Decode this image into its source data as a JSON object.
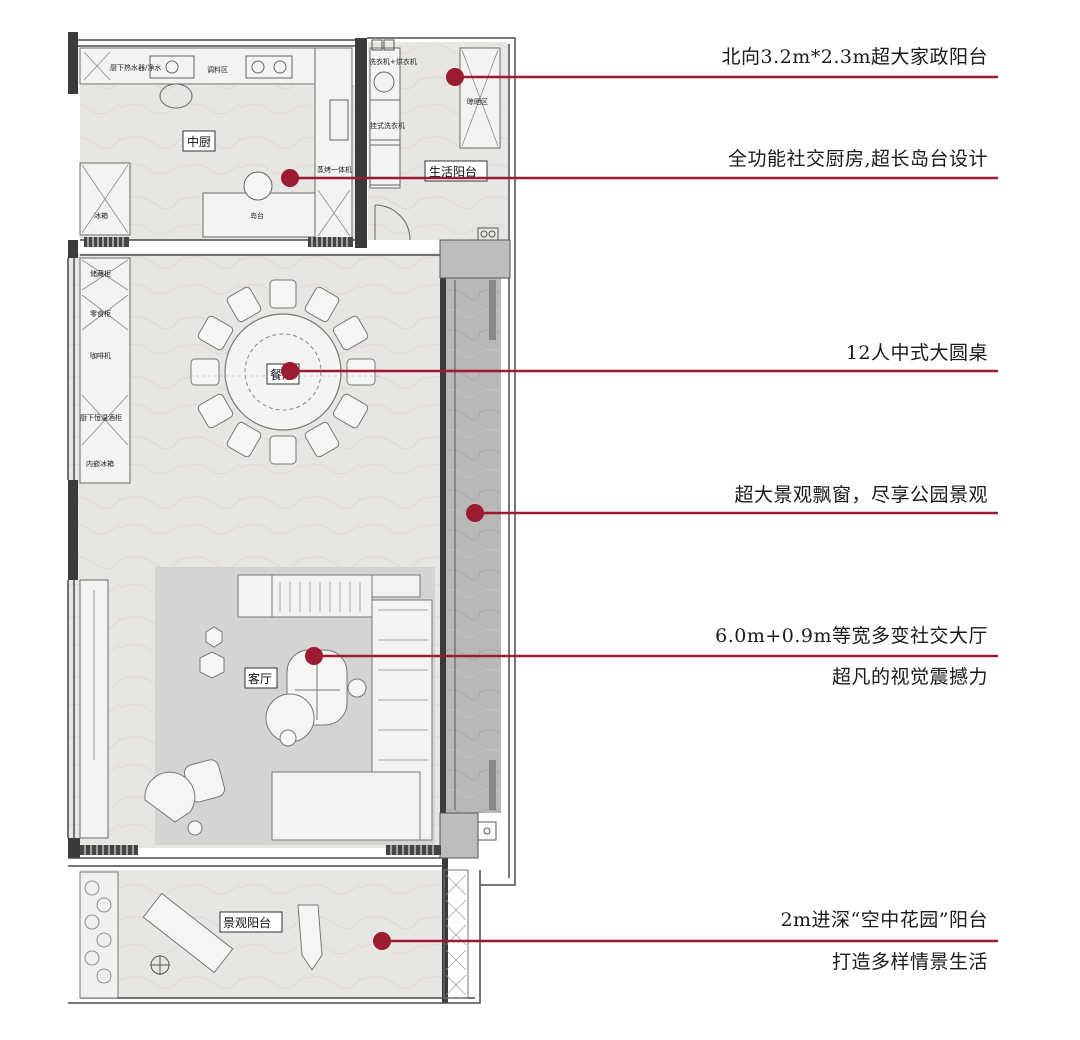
{
  "colors": {
    "accent": "#9b1b30",
    "floor": "#e9e7e3",
    "wall": "#3b3b3b",
    "rug": "#cfcfcd"
  },
  "rooms": {
    "kitchen": "中厨",
    "service_balcony": "生活阳台",
    "dining": "餐厅",
    "living": "客厅",
    "view_balcony": "景观阳台"
  },
  "fixtures": {
    "fridge": "冰箱",
    "island": "岛台",
    "steam_oven": "蒸烤一体机",
    "washer_dryer": "洗衣机+烘衣机",
    "washer": "挂式洗衣机",
    "drying": "晾晒区",
    "sink": "厨下热水器/净水",
    "pantry": "调料区",
    "storage": "储藏柜",
    "snack": "零食柜",
    "coffee": "咖啡机",
    "wine": "厨下恒温酒柜",
    "builtin_fridge": "内嵌冰箱"
  },
  "annotations": [
    {
      "id": "north-balcony",
      "lines": [
        "北向3.2m*2.3m超大家政阳台"
      ]
    },
    {
      "id": "social-kitchen",
      "lines": [
        "全功能社交厨房,超长岛台设计"
      ]
    },
    {
      "id": "round-table",
      "lines": [
        "12人中式大圆桌"
      ]
    },
    {
      "id": "bay-window",
      "lines": [
        "超大景观飘窗，尽享公园景观"
      ]
    },
    {
      "id": "living-hall",
      "lines": [
        "6.0m+0.9m等宽多变社交大厅",
        "超凡的视觉震撼力"
      ]
    },
    {
      "id": "sky-garden",
      "lines": [
        "2m进深“空中花园”阳台",
        "打造多样情景生活"
      ]
    }
  ]
}
